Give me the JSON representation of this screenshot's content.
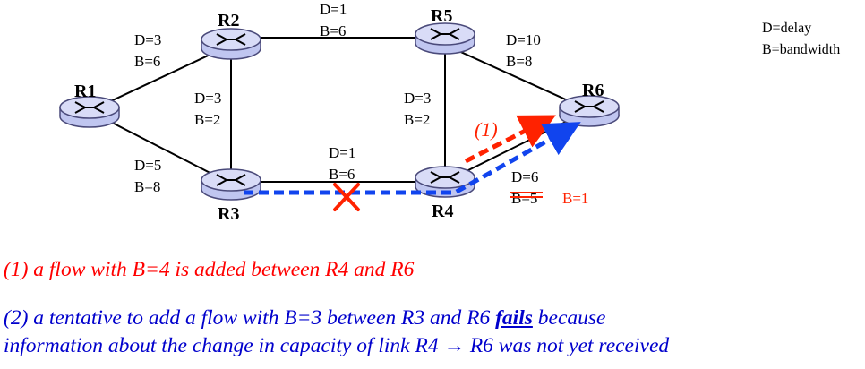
{
  "colors": {
    "link": "#000000",
    "router_body": "#c0c6f0",
    "router_edge": "#4a4a7a",
    "flow1": "#ff2200",
    "flow2": "#1144ee",
    "failure": "#ff2200",
    "caption1": "#ff0000",
    "caption2": "#0000cc"
  },
  "legend": {
    "delay": "D=delay",
    "bandwidth": "B=bandwidth"
  },
  "routers": [
    {
      "id": "R1",
      "label": "R1"
    },
    {
      "id": "R2",
      "label": "R2"
    },
    {
      "id": "R3",
      "label": "R3"
    },
    {
      "id": "R4",
      "label": "R4"
    },
    {
      "id": "R5",
      "label": "R5"
    },
    {
      "id": "R6",
      "label": "R6"
    }
  ],
  "links": [
    {
      "id": "r1-r2",
      "delay": "D=3",
      "bandwidth": "B=6"
    },
    {
      "id": "r1-r3",
      "delay": "D=5",
      "bandwidth": "B=8"
    },
    {
      "id": "r2-r3",
      "delay": "D=3",
      "bandwidth": "B=2"
    },
    {
      "id": "r2-r5",
      "delay": "D=1",
      "bandwidth": "B=6"
    },
    {
      "id": "r3-r4",
      "delay": "D=1",
      "bandwidth": "B=6"
    },
    {
      "id": "r5-r4",
      "delay": "D=3",
      "bandwidth": "B=2"
    },
    {
      "id": "r5-r6",
      "delay": "D=10",
      "bandwidth": "B=8"
    },
    {
      "id": "r4-r6",
      "delay": "D=6",
      "bandwidth": "B=5",
      "new_bandwidth": "B=1"
    }
  ],
  "flow1_marker": "(1)",
  "captions": {
    "line1": "(1) a flow with B=4 is added between R4 and R6",
    "line2_before": "(2) a tentative to add a flow with B=3 between R3 and R6 ",
    "line2_fails": "fails",
    "line2_after": " because",
    "line3": "information about the change in capacity of link R4 → R6 was not yet received"
  }
}
